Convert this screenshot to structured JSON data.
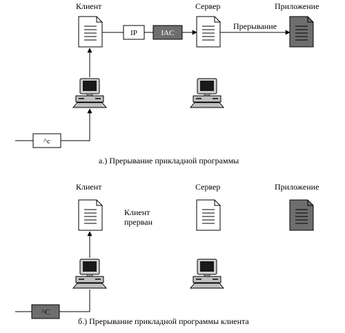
{
  "colors": {
    "stroke": "#000000",
    "page": "#ffffff",
    "app_doc_fill": "#6e6e6e",
    "iac_box_fill": "#6e6e6e",
    "interrupt_box_b_fill": "#6e6e6e"
  },
  "panel_a": {
    "client_label": "Клиент",
    "server_label": "Сервер",
    "app_label": "Приложение",
    "ip_box": "IP",
    "iac_box": "IAC",
    "interrupt_label": "Прерывание",
    "keyboard_key": "^c",
    "caption": "а.) Прерывание прикладной программы",
    "icons": [
      "client-document-icon",
      "server-document-icon",
      "application-document-icon",
      "client-computer-icon",
      "server-computer-icon"
    ]
  },
  "panel_b": {
    "client_label": "Клиент",
    "server_label": "Сервер",
    "app_label": "Приложение",
    "status_line1": "Клиент",
    "status_line2": "прерван",
    "keyboard_key": "^C",
    "caption": "б.) Прерывание прикладной программы клиента",
    "icons": [
      "client-document-icon",
      "server-document-icon",
      "application-document-icon",
      "client-computer-icon",
      "server-computer-icon"
    ]
  }
}
